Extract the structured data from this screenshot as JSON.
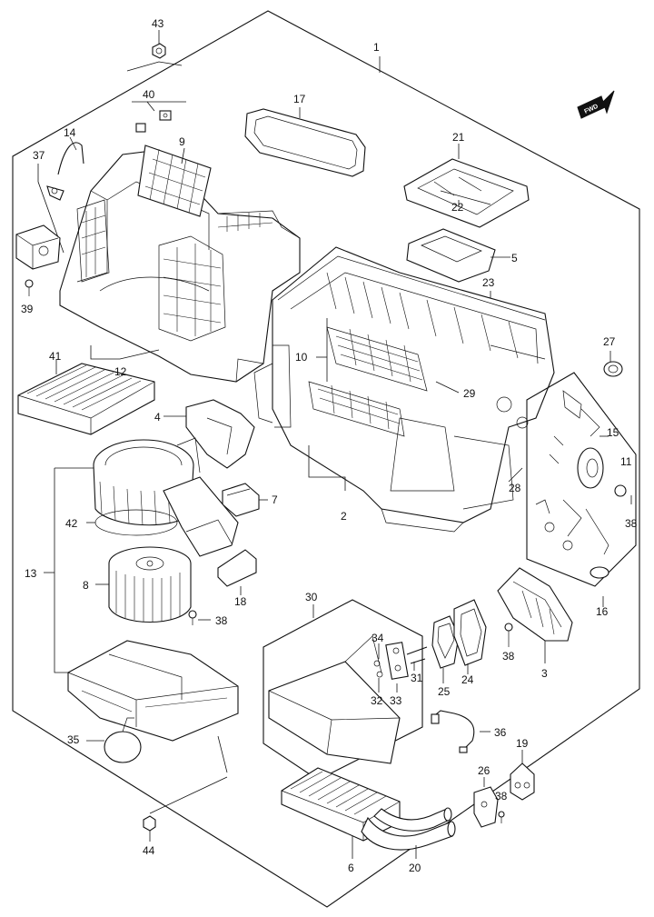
{
  "fwd_label": "FWD",
  "callouts": {
    "c1": "1",
    "c2": "2",
    "c3": "3",
    "c4": "4",
    "c5": "5",
    "c6": "6",
    "c7": "7",
    "c8": "8",
    "c9": "9",
    "c10": "10",
    "c11": "11",
    "c12": "12",
    "c13": "13",
    "c14": "14",
    "c15": "15",
    "c16": "16",
    "c17": "17",
    "c18": "18",
    "c19": "19",
    "c20": "20",
    "c21": "21",
    "c22": "22",
    "c23": "23",
    "c24": "24",
    "c25": "25",
    "c26": "26",
    "c27": "27",
    "c28": "28",
    "c29": "29",
    "c30": "30",
    "c31": "31",
    "c32": "32",
    "c33": "33",
    "c34": "34",
    "c35": "35",
    "c36": "36",
    "c37": "37",
    "c38a": "38",
    "c38b": "38",
    "c38c": "38",
    "c38d": "38",
    "c39": "39",
    "c40": "40",
    "c41": "41",
    "c42": "42",
    "c43": "43",
    "c44": "44"
  }
}
